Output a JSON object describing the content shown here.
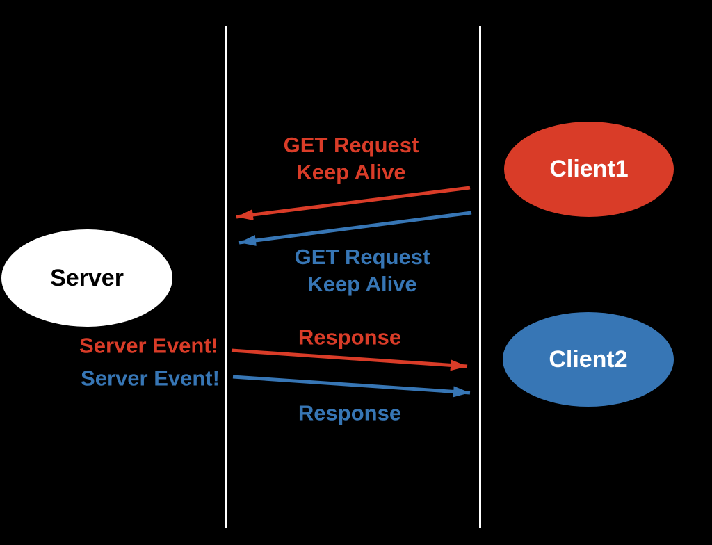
{
  "colors": {
    "background": "#000000",
    "red": "#d93c28",
    "blue": "#3776b5",
    "lifeline": "#ffffff",
    "server_fill": "#ffffff",
    "server_text": "#000000",
    "client_text": "#ffffff"
  },
  "nodes": {
    "server": {
      "label": "Server"
    },
    "client1": {
      "label": "Client1"
    },
    "client2": {
      "label": "Client2"
    }
  },
  "labels": {
    "client1_request": {
      "line1": "GET Request",
      "line2": "Keep Alive"
    },
    "client2_request": {
      "line1": "GET Request",
      "line2": "Keep Alive"
    },
    "server_event_client1": "Server Event!",
    "server_event_client2": "Server Event!",
    "response_client1": "Response",
    "response_client2": "Response"
  }
}
